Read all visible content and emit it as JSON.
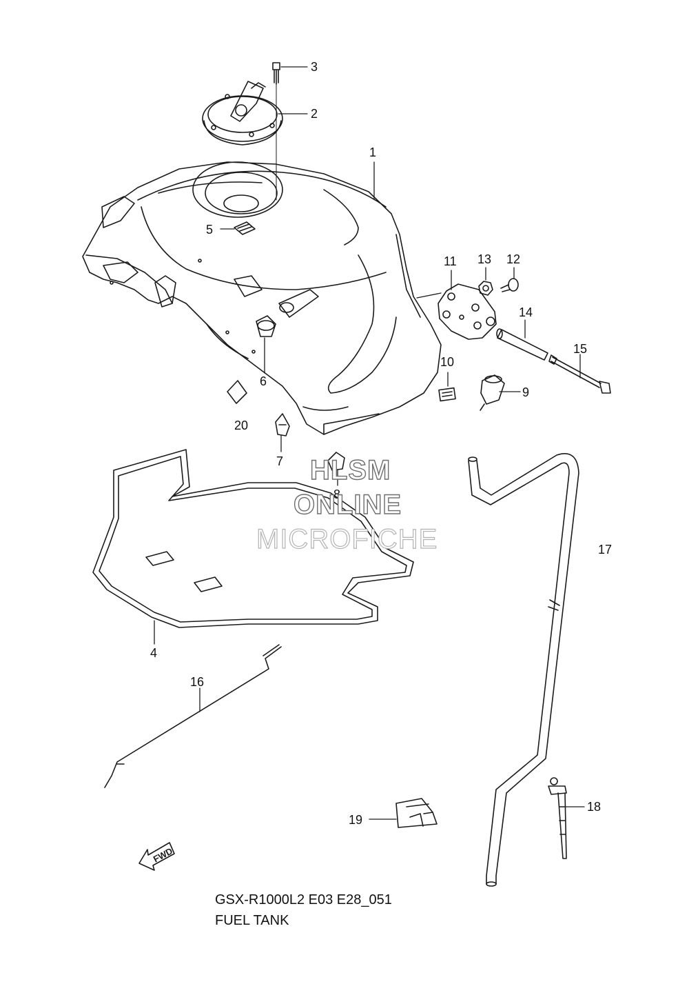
{
  "callouts": {
    "c1": "1",
    "c2": "2",
    "c3": "3",
    "c4": "4",
    "c5": "5",
    "c6": "6",
    "c7": "7",
    "c8": "8",
    "c9": "9",
    "c10": "10",
    "c11": "11",
    "c12": "12",
    "c13": "13",
    "c14": "14",
    "c15": "15",
    "c16": "16",
    "c17": "17",
    "c18": "18",
    "c19": "19",
    "c20": "20"
  },
  "watermark": {
    "line1": "HLSM",
    "line2": "ONLINE",
    "line3": "MICROFICHE"
  },
  "fwd_label": "FWD",
  "caption": {
    "model": "GSX-R1000L2 E03 E28_051",
    "title": "FUEL TANK"
  },
  "colors": {
    "line": "#1a1a1a",
    "watermark_dark": "#6d6d6d",
    "watermark_light": "#b3b3b3"
  }
}
